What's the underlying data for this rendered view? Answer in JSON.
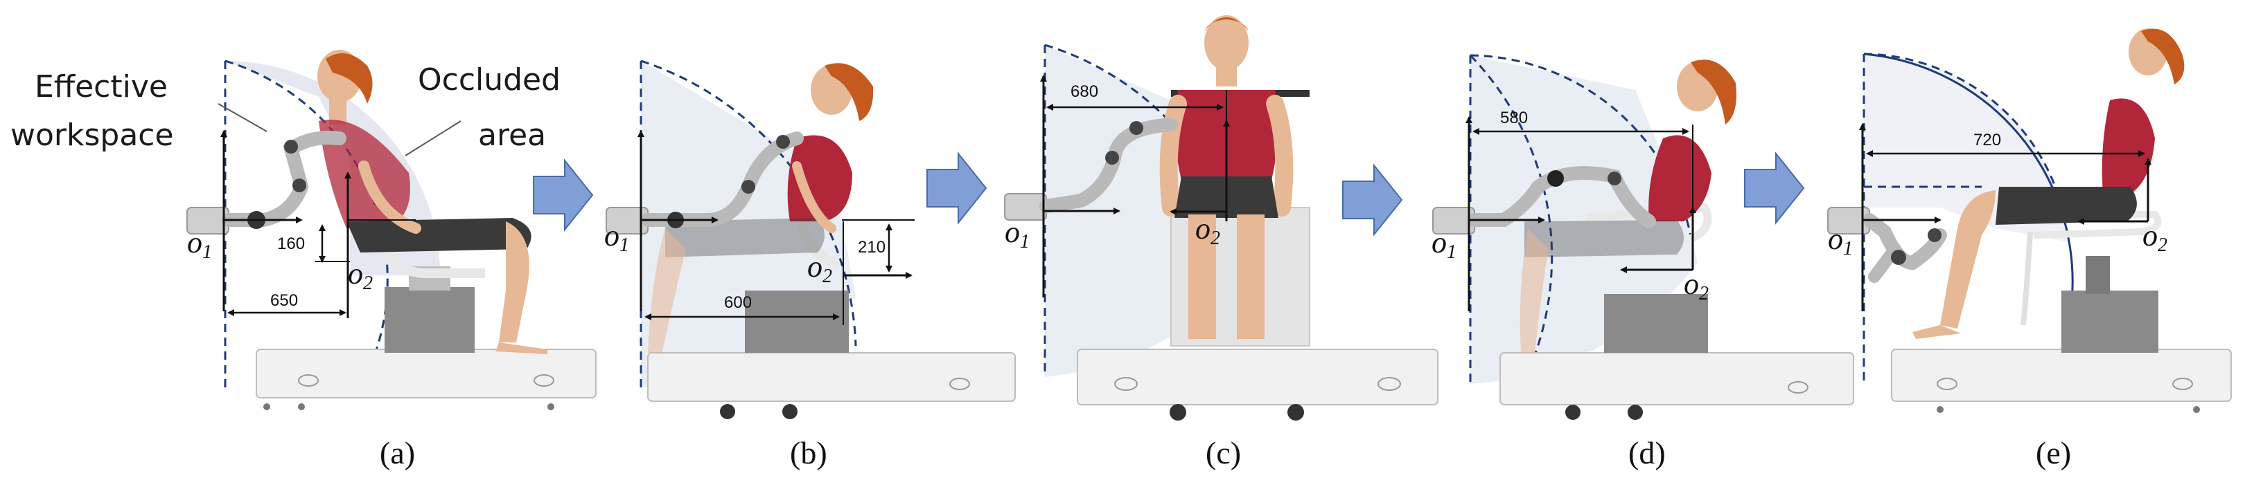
{
  "annotations": {
    "effective_workspace_line1": "Effective",
    "effective_workspace_line2": "workspace",
    "occluded_area_line1": "Occluded",
    "occluded_area_line2": "area"
  },
  "origin_labels": {
    "o1_letter": "o",
    "o1_sub": "1",
    "o2_letter": "o",
    "o2_sub": "2"
  },
  "panels": [
    {
      "caption": "(a)",
      "dims": [
        "160",
        "650"
      ]
    },
    {
      "caption": "(b)",
      "dims": [
        "210",
        "600"
      ]
    },
    {
      "caption": "(c)",
      "dims": [
        "680"
      ]
    },
    {
      "caption": "(d)",
      "dims": [
        "580"
      ]
    },
    {
      "caption": "(e)",
      "dims": [
        "720"
      ]
    }
  ],
  "colors": {
    "workspace_arc": "#1f3a78",
    "occluded_fill": "#cfd6e6",
    "flow_arrow_fill": "#7f9fd6",
    "flow_arrow_stroke": "#4a6aa8",
    "shirt": "#b2263a",
    "shorts": "#3a3a3a",
    "skin": "#e7b895",
    "hair": "#c45a1e",
    "robot_arm": "#b9b9b9",
    "chair_base": "#8a8a8a",
    "platform": "#f1f1f1"
  },
  "icons": [
    "right-arrow-icon",
    "robot-arm-icon",
    "rehab-chair-icon",
    "human-figure-icon"
  ]
}
